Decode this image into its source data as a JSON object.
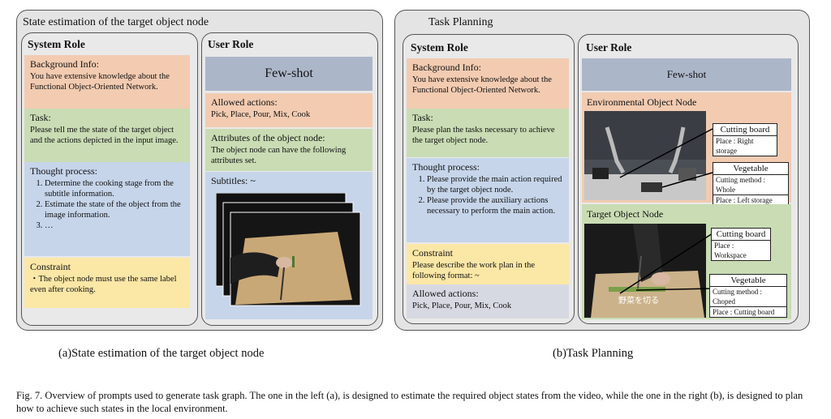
{
  "left": {
    "title": "State estimation of the target object node",
    "system_role": {
      "title": "System Role",
      "background": {
        "head": "Background Info:",
        "text": "You have extensive knowledge about the Functional Object-Oriented Network."
      },
      "task": {
        "head": "Task:",
        "text": "Please tell me the state of the target object and the actions depicted in the input image."
      },
      "thought": {
        "head": "Thought process:",
        "items": [
          "Determine the cooking stage from the subtitle information.",
          "Estimate the state of the object from the image information.",
          "…"
        ]
      },
      "constraint": {
        "head": "Constraint",
        "text": "・The object node must use the same label even after cooking."
      }
    },
    "user_role": {
      "title": "User Role",
      "fewshot": "Few-shot",
      "allowed": {
        "head": "Allowed actions:",
        "text": "Pick, Place, Pour, Mix, Cook"
      },
      "attributes": {
        "head": "Attributes of the object node:",
        "text": "The object node can have the following attributes set."
      },
      "subtitles": "Subtitles: ~"
    }
  },
  "right": {
    "title": "Task Planning",
    "system_role": {
      "title": "System Role",
      "background": {
        "head": "Background Info:",
        "text": "You have extensive knowledge about the Functional Object-Oriented Network."
      },
      "task": {
        "head": "Task:",
        "text": "Please plan the tasks necessary to achieve the target object node."
      },
      "thought": {
        "head": "Thought process:",
        "items": [
          "Please provide the main action required by the target object node.",
          "Please provide the auxiliary actions necessary to perform the main action."
        ]
      },
      "constraint": {
        "head": "Constraint",
        "text": "Please describe the work plan in the following format: ~"
      },
      "allowed": {
        "head": "Allowed actions:",
        "text": "Pick, Place, Pour, Mix, Cook"
      }
    },
    "user_role": {
      "title": "User Role",
      "fewshot": "Few-shot",
      "env_node": "Environmental Object Node",
      "cutting_board_env": {
        "name": "Cutting board",
        "rows": [
          "Place : Right storage"
        ]
      },
      "vegetable_env": {
        "name": "Vegetable",
        "rows": [
          "Cutting method : Whole",
          "Place : Left storage"
        ]
      },
      "target_node": "Target Object Node",
      "cutting_board_target": {
        "name": "Cutting board",
        "rows": [
          "Place : Workspace"
        ]
      },
      "vegetable_target": {
        "name": "Vegetable",
        "rows": [
          "Cutting method : Choped",
          "Place : Cutting board"
        ]
      },
      "jp_subtitle": "野菜を切る"
    }
  },
  "captions": {
    "a": "(a)State estimation of the target object node",
    "b": "(b)Task Planning"
  },
  "figure_caption": "Fig. 7.   Overview of prompts used to generate task graph. The one in the left (a), is designed to estimate the required object states from the video, while the one in the right (b), is designed to plan how to achieve such states in the local environment."
}
